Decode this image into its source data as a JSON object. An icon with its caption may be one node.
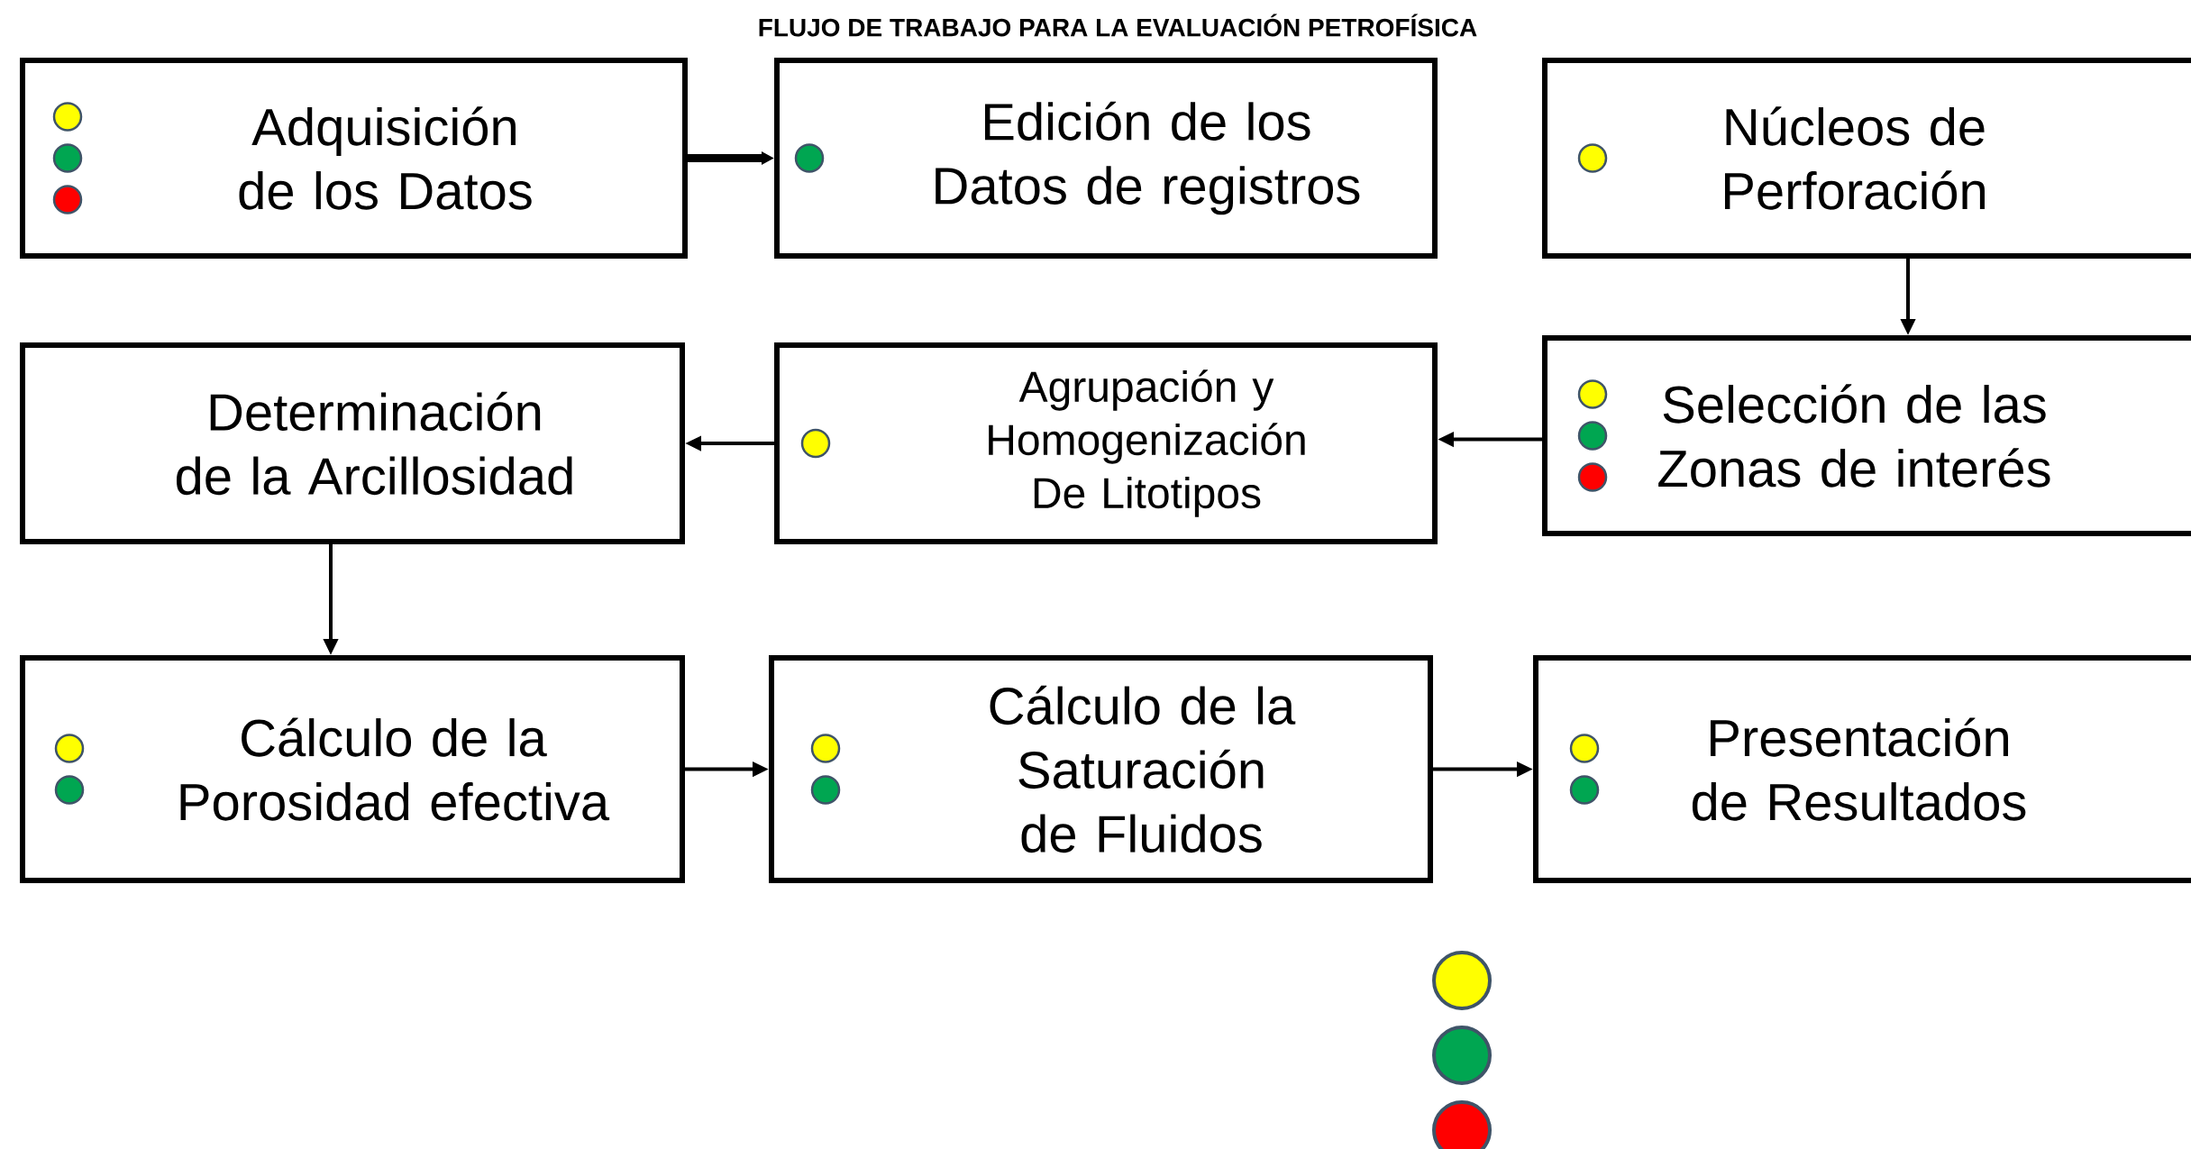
{
  "diagram": {
    "title": "FLUJO DE TRABAJO PARA LA EVALUACIÓN PETROFÍSICA",
    "nodes": [
      {
        "text": [
          "Adquisición de los Datos"
        ]
      },
      {
        "text": [
          "Edición de los Datos de registros"
        ]
      },
      {
        "text": [
          "Núcleos de Perforación"
        ]
      },
      {
        "text": [
          "Determinación de la Arcillosidad"
        ]
      },
      {
        "text": [
          "Agrupación y Homogenización De Litotipos"
        ]
      },
      {
        "text": [
          "Selección de las Zonas de interés"
        ]
      },
      {
        "text": [
          "Cálculo de la Porosidad efectiva"
        ]
      },
      {
        "text": [
          "Cálculo de la Saturación de Fluidos"
        ]
      },
      {
        "text": [
          "Presentación de Resultados"
        ]
      }
    ],
    "edges": [
      {
        "from": 0,
        "to": 1,
        "arrow": "to",
        "style": "thick"
      },
      {
        "from": 2,
        "to": 5,
        "arrow": "to"
      },
      {
        "from": 5,
        "to": 4,
        "arrow": "to"
      },
      {
        "from": 4,
        "to": 3,
        "arrow": "to"
      },
      {
        "from": 3,
        "to": 6,
        "arrow": "to"
      },
      {
        "from": 6,
        "to": 7,
        "arrow": "to"
      },
      {
        "from": 7,
        "to": 8,
        "arrow": "to"
      }
    ]
  }
}
